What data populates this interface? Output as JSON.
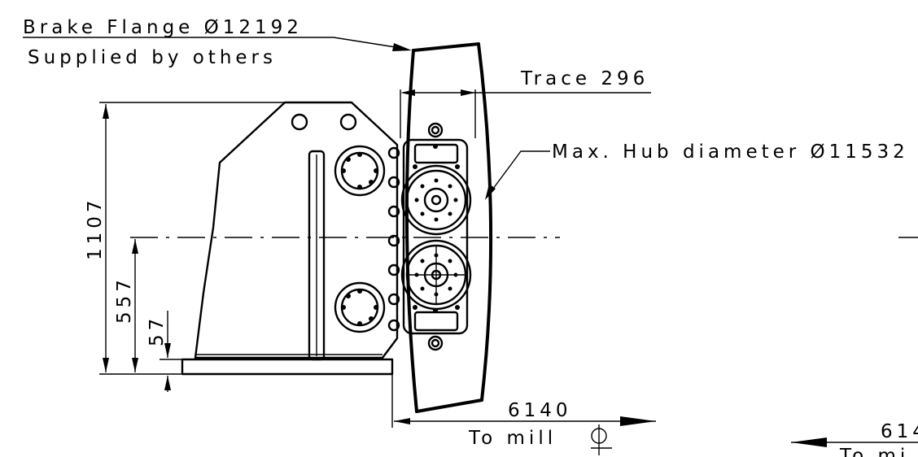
{
  "labels": {
    "brake_flange": "Brake Flange Ø12192",
    "supplied_by": "Supplied by others",
    "trace": "Trace 296",
    "max_hub": "Max. Hub diameter Ø11532",
    "dim_height": "1107",
    "dim_557": "557",
    "dim_57": "57",
    "dim_6140": "6140",
    "to_mill": "To mill",
    "dim_6140_right": "614",
    "to_mill_right": "To mi"
  }
}
